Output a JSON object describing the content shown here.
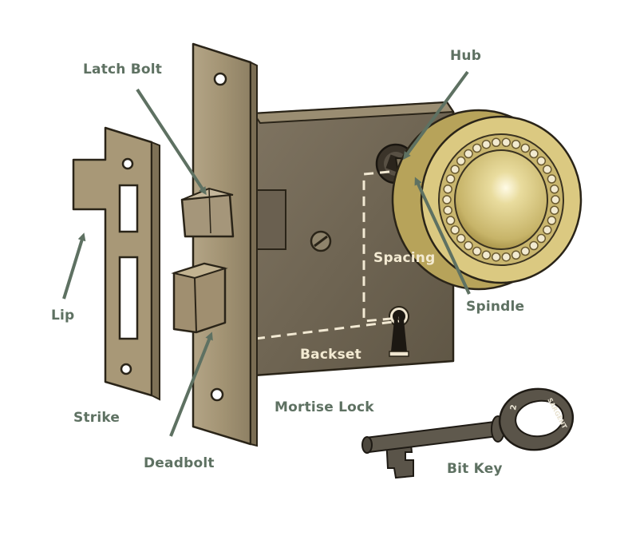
{
  "labels": {
    "hub": "Hub",
    "latch_bolt": "Latch Bolt",
    "lip": "Lip",
    "strike": "Strike",
    "deadbolt": "Deadbolt",
    "mortise_lock": "Mortise Lock",
    "spacing": "Spacing",
    "spindle": "Spindle",
    "backset": "Backset",
    "bit_key": "Bit Key"
  },
  "key_engraving": {
    "brand": "SARGENT",
    "number": "2"
  },
  "colors": {
    "label": "#5e7162",
    "inside_label": "#f3ead2",
    "metal_dark": "#6b6150",
    "metal_light": "#9c8e72",
    "brass": "#d9c77e",
    "key": "#5a5449",
    "arrow": "#5e7162"
  }
}
